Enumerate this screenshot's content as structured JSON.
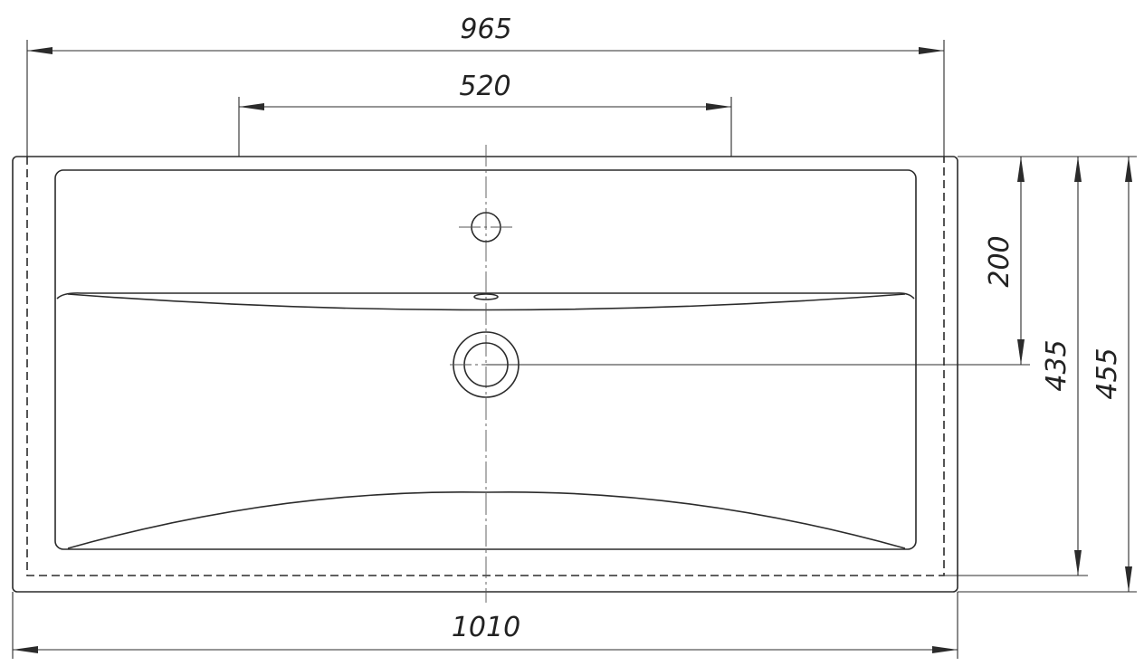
{
  "dimensions": {
    "overall_depth_label": "965",
    "tap_spacing_label": "520",
    "tap_to_drain_label": "200",
    "inner_depth_label": "435",
    "total_depth_label": "455",
    "overall_width_label": "1010"
  }
}
